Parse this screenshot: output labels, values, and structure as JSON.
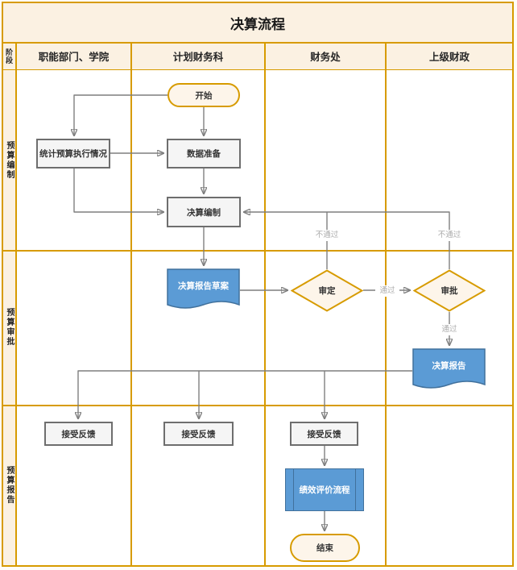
{
  "title": "决算流程",
  "header": {
    "stage": "阶段",
    "columns": [
      "职能部门、学院",
      "计划财务科",
      "财务处",
      "上级财政"
    ]
  },
  "stages": [
    "预算编制",
    "预算审批",
    "预算报告"
  ],
  "nodes": {
    "start": "开始",
    "stat_budget_exec": "统计预算执行情况",
    "data_prep": "数据准备",
    "final_compile": "决算编制",
    "draft_report": "决算报告草案",
    "review": "审定",
    "approve": "审批",
    "final_report": "决算报告",
    "feedback_1": "接受反馈",
    "feedback_2": "接受反馈",
    "feedback_3": "接受反馈",
    "perf_eval": "绩效评价流程",
    "end": "结束"
  },
  "edge_labels": {
    "fail_1": "不通过",
    "fail_2": "不通过",
    "pass_1": "通过",
    "pass_2": "通过"
  },
  "colors": {
    "grid_gold": "#D79B00",
    "band_cream": "#FBF1E2",
    "shape_cream": "#FDF5EA",
    "doc_blue": "#5B9BD5",
    "doc_blue_border": "#41719C",
    "process_fill": "#F5F5F5",
    "process_border": "#6E6E6E",
    "connector_gray": "#7F7F7F",
    "edge_label_gray": "#ABABAB"
  }
}
